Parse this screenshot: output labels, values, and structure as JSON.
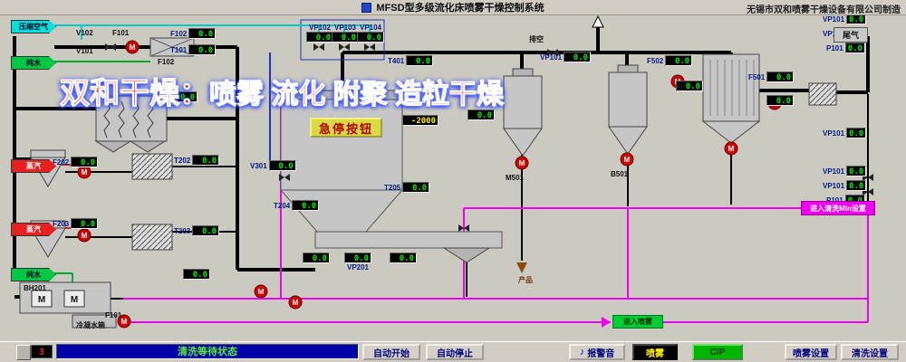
{
  "window": {
    "title": "MFSD型多级流化床喷雾干燥控制系统",
    "manufacturer": "无锡市双和喷雾干燥设备有限公司制造"
  },
  "watermark": {
    "brand": "双和干燥：",
    "slogan": "喷雾 流化 附聚 造粒干燥"
  },
  "estop": {
    "label": "急停按钮"
  },
  "flow_boxes": {
    "exhaust_tag": "尾气",
    "timer_box": "进入清洗Min设置",
    "feed_box": "进入喷雾"
  },
  "icons": {
    "pump_letter": "M",
    "motor_letter": "M",
    "alarm_note": "♪"
  },
  "supply_tags": [
    {
      "id": "air",
      "label": "压缩空气",
      "color": "#00dede",
      "text": "#002"
    },
    {
      "id": "water1",
      "label": "纯水",
      "color": "#00c844",
      "text": "#002"
    },
    {
      "id": "steam1",
      "label": "蒸汽",
      "color": "#e82020",
      "text": "#fff"
    },
    {
      "id": "steam2",
      "label": "蒸汽",
      "color": "#e82020",
      "text": "#fff"
    },
    {
      "id": "water2",
      "label": "纯水",
      "color": "#00c844",
      "text": "#002"
    }
  ],
  "sensors": [
    {
      "id": "f102",
      "label": "F102",
      "value": "0.0"
    },
    {
      "id": "t101",
      "label": "T101",
      "value": "0.0"
    },
    {
      "id": "vp102",
      "label": "VP102",
      "value": "0.0"
    },
    {
      "id": "vp103",
      "label": "VP103",
      "value": "0.0"
    },
    {
      "id": "vp104",
      "label": "VP104",
      "value": "0.0"
    },
    {
      "id": "t401",
      "label": "T401",
      "value": "0.0"
    },
    {
      "id": "vp101t",
      "label": "VP101",
      "value": "0.0"
    },
    {
      "id": "f502",
      "label": "F502",
      "value": "0.0"
    },
    {
      "id": "m502d",
      "label": "",
      "value": "0.0"
    },
    {
      "id": "t201",
      "label": "T201",
      "value": "0.0"
    },
    {
      "id": "f202",
      "label": "F202",
      "value": "0.0"
    },
    {
      "id": "t202",
      "label": "T202",
      "value": "0.0"
    },
    {
      "id": "v301",
      "label": "V301",
      "value": "0.0"
    },
    {
      "id": "f203",
      "label": "F203",
      "value": "0.0"
    },
    {
      "id": "t203",
      "label": "T203",
      "value": "0.0"
    },
    {
      "id": "t204",
      "label": "T204",
      "value": "0.0"
    },
    {
      "id": "t205",
      "label": "T205",
      "value": "0.0"
    },
    {
      "id": "weight",
      "label": "",
      "value": "-2000",
      "cls": "yellow"
    },
    {
      "id": "fb1",
      "label": "",
      "value": "0.0"
    },
    {
      "id": "vp201",
      "label": "VP201",
      "value": "0.0"
    },
    {
      "id": "fb2",
      "label": "",
      "value": "0.0"
    },
    {
      "id": "h1d",
      "label": "",
      "value": "0.0"
    },
    {
      "id": "bl1",
      "label": "",
      "value": "0.0"
    },
    {
      "id": "f501",
      "label": "F501",
      "value": "0.0"
    },
    {
      "id": "m501d",
      "label": "",
      "value": "0.0"
    },
    {
      "id": "r1",
      "label": "VP101",
      "value": "0.0"
    },
    {
      "id": "r2",
      "label": "VP101",
      "value": "0.0"
    },
    {
      "id": "r3",
      "label": "P101",
      "value": "0.0"
    },
    {
      "id": "r4",
      "label": "VP101",
      "value": "0.0"
    },
    {
      "id": "r5",
      "label": "VP101",
      "value": "0.0"
    },
    {
      "id": "r6",
      "label": "VP101",
      "value": "0.0"
    },
    {
      "id": "r7",
      "label": "P101",
      "value": "0.0"
    }
  ],
  "labels": [
    {
      "id": "v102",
      "text": "V102"
    },
    {
      "id": "v101",
      "text": "V101"
    },
    {
      "id": "f101t",
      "text": "F101"
    },
    {
      "id": "f102eq",
      "text": "F102"
    },
    {
      "id": "bh201",
      "text": "BH201"
    },
    {
      "id": "condtank",
      "text": "冷凝水箱"
    },
    {
      "id": "f101b",
      "text": "F101"
    },
    {
      "id": "m501",
      "text": "M501"
    },
    {
      "id": "b501",
      "text": "B501"
    },
    {
      "id": "chanpin",
      "text": "产品",
      "color": "#7a3408"
    },
    {
      "id": "paikong",
      "text": "排空"
    }
  ],
  "statusbar": {
    "counter": "3",
    "status": "清洗等待状态",
    "btn_auto_start": "自动开始",
    "btn_auto_stop": "自动停止",
    "btn_alarm": "报警音",
    "btn_spray": "喷雾",
    "btn_cip": "CIP",
    "btn_spray_set": "喷雾设置",
    "btn_clean_set": "清洗设置"
  }
}
